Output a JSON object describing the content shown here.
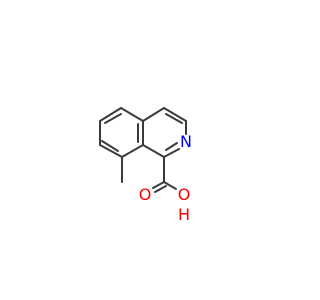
{
  "molecule": {
    "atoms": {
      "nitrogen": {
        "symbol": "N",
        "color": "#0000ff"
      },
      "carbonyl_oxygen": {
        "symbol": "O",
        "color": "#ff0000"
      },
      "hydroxyl_oxygen": {
        "symbol": "O",
        "color": "#ff0000"
      },
      "hydroxyl_hydrogen": {
        "symbol": "H",
        "color": "#ff0000"
      }
    },
    "bond_color": "#3a3a3a",
    "oxygen_bond_color": "#ff0000",
    "nitrogen_bond_color": "#0000ff"
  }
}
